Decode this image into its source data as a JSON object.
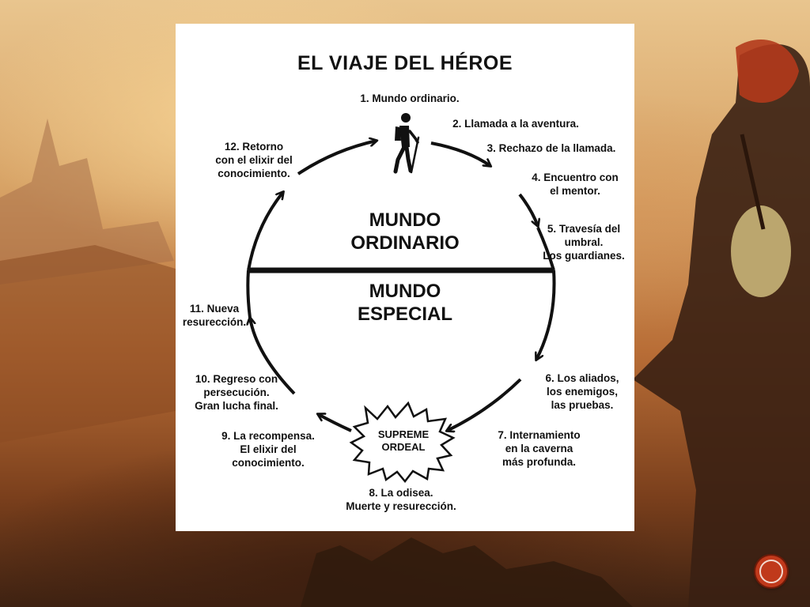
{
  "diagram": {
    "title": "EL VIAJE DEL HÉROE",
    "upper_world": "MUNDO\nORDINARIO",
    "lower_world": "MUNDO\nESPECIAL",
    "ordeal_label": "SUPREME\nORDEAL",
    "stages": [
      {
        "id": 1,
        "text": "1. Mundo ordinario."
      },
      {
        "id": 2,
        "text": "2. Llamada a la aventura."
      },
      {
        "id": 3,
        "text": "3. Rechazo de la llamada."
      },
      {
        "id": 4,
        "text": "4. Encuentro con\nel mentor."
      },
      {
        "id": 5,
        "text": "5. Travesía del\numbral.\nLos guardianes."
      },
      {
        "id": 6,
        "text": "6. Los aliados,\nlos enemigos,\nlas pruebas."
      },
      {
        "id": 7,
        "text": "7. Internamiento\nen la caverna\nmás profunda."
      },
      {
        "id": 8,
        "text": "8. La odisea.\nMuerte y resurección."
      },
      {
        "id": 9,
        "text": "9. La recompensa.\nEl elixir del\nconocimiento."
      },
      {
        "id": 10,
        "text": "10. Regreso con\npersecución.\nGran lucha final."
      },
      {
        "id": 11,
        "text": "11. Nueva\nresurección."
      },
      {
        "id": 12,
        "text": "12. Retorno\ncon el elixir del\nconocimiento."
      }
    ]
  },
  "icons": {
    "hero": "hiker-icon",
    "ordeal": "starburst-icon",
    "nav": "circle-button-icon"
  },
  "colors": {
    "background_warm": "#d8a467",
    "card": "#ffffff",
    "ink": "#111111",
    "nav_button": "#c0391b"
  }
}
